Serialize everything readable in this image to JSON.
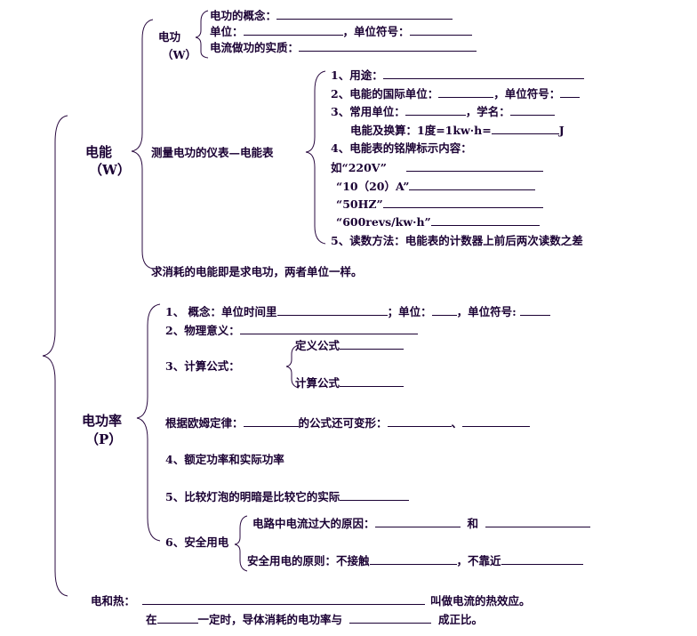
{
  "energy": {
    "title": "电能",
    "symbol": "（W）",
    "work": {
      "title": "电功",
      "symbol": "（W）",
      "concept": "电功的概念：",
      "unit": "单位：",
      "unit_symbol": "，单位符号：",
      "essence": "电流做功的实质："
    },
    "meter": {
      "title": "测量电功的仪表—电能表",
      "use": "1、用途：",
      "intl_unit": "2、电能的国际单位：",
      "intl_unit_symbol": "，单位符号：",
      "common_unit": "3、常用单位：",
      "common_name": "，学名：",
      "conversion": "电能及换算：1度=1kw·h=",
      "conversion_unit": "J",
      "nameplate": "4、电能表的铭牌标示内容：",
      "v220_prefix": "如",
      "v220": "“220V”",
      "a10": "“10（20）A”",
      "hz50": "“50HZ”",
      "revs": "“600revs/kw·h”",
      "reading": "5、读数方法：电能表的计数器上前后两次读数之差"
    },
    "consumed": "求消耗的电能即是求电功，两者单位一样。"
  },
  "power": {
    "title": "电功率",
    "symbol": "（P）",
    "concept": "1、  概念：单位时间里",
    "unit": "；单位：",
    "unit_symbol": "，单位符号:",
    "meaning": "2、物理意义：",
    "formula": "3、计算公式：",
    "def_formula": "定义公式",
    "calc_formula": "计算公式",
    "ohm_prefix": "根据欧姆定律：",
    "ohm_suffix": "的公式还可变形：",
    "ohm_sep": "、",
    "rated": "4、额定功率和实际功率",
    "compare": "5、比较灯泡的明暗是比较它的实际",
    "safety": "6、安全用电",
    "overcurrent": "电路中电流过大的原因：",
    "overcurrent_and": "和",
    "principle": "安全用电的原则：不接触",
    "principle_2": "，不靠近"
  },
  "heat": {
    "title": "电和热：",
    "effect": "叫做电流的热效应。",
    "line2_prefix": "在",
    "line2_mid": "一定时，导体消耗的电功率与",
    "line2_suffix": "成正比。"
  }
}
